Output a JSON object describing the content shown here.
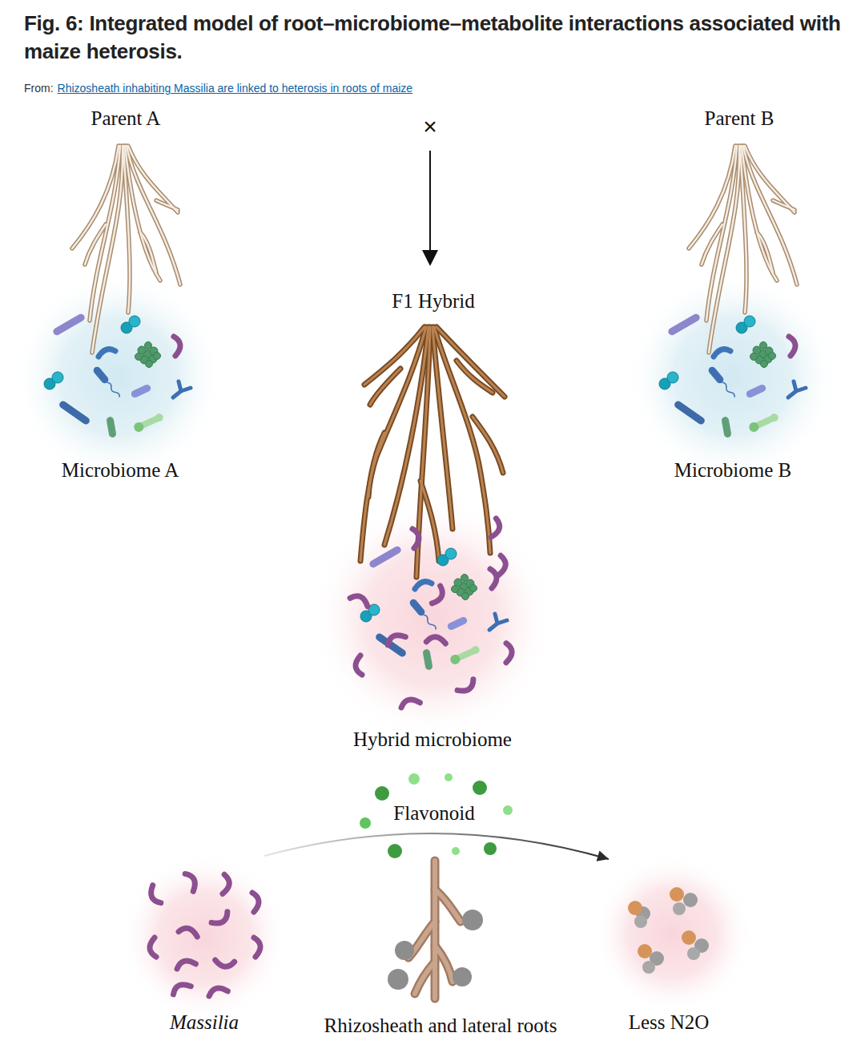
{
  "diagram": {
    "title": "Fig. 6: Integrated model of root–microbiome–metabolite interactions associated with maize heterosis.",
    "nodes": [
      {
        "text": [
          "Microbiome A"
        ]
      },
      {
        "text": [
          "Microbiome B"
        ]
      },
      {
        "text": [
          "Hybrid microbiome"
        ]
      },
      {
        "text": [
          "Massilia"
        ]
      },
      {
        "text": [
          "Rhizosheath and lateral roots"
        ]
      },
      {
        "text": [
          "Less N2O"
        ]
      }
    ],
    "edges": [
      {
        "from": 3,
        "to": 5,
        "arrow": "to"
      }
    ],
    "labels": [
      "From:",
      "Rhizosheath inhabiting Massilia are linked to heterosis in roots of maize",
      "Parent A",
      "×",
      "Parent B",
      "F1 Hybrid",
      "Flavonoid"
    ]
  }
}
